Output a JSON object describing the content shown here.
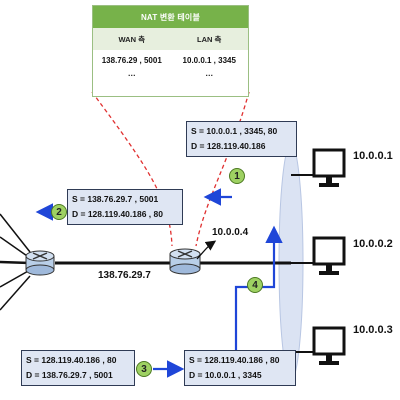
{
  "nat_table": {
    "title": "NAT 변환 테이블",
    "col_wan": "WAN 측",
    "col_lan": "LAN 측",
    "rows": [
      {
        "wan": "138.76.29 , 5001",
        "lan": "10.0.0.1 , 3345"
      },
      {
        "wan": "…",
        "lan": "…"
      }
    ]
  },
  "packets": {
    "step1": {
      "src": "S = 10.0.0.1 , 3345, 80",
      "dst": "D = 128.119.40.186"
    },
    "step2": {
      "src": "S = 138.76.29.7 , 5001",
      "dst": "D = 128.119.40.186 , 80"
    },
    "step3": {
      "src": "S = 128.119.40.186 , 80",
      "dst": "D = 138.76.29.7 , 5001"
    },
    "step4": {
      "src": "S = 128.119.40.186 , 80",
      "dst": "D = 10.0.0.1 , 3345"
    }
  },
  "labels": {
    "router_wan_ip": "138.76.29.7",
    "router_lan_ip": "10.0.0.4"
  },
  "hosts": [
    {
      "ip": "10.0.0.1"
    },
    {
      "ip": "10.0.0.2"
    },
    {
      "ip": "10.0.0.3"
    }
  ],
  "steps": [
    "1",
    "2",
    "3",
    "4"
  ],
  "colors": {
    "arrow_blue": "#1f46d8",
    "dashed_red": "#e03030",
    "table_green": "#77b24a",
    "packet_fill": "#dfe6f3",
    "router_fill": "#b9cfe8",
    "step_green": "#9ed162",
    "lan_ellipse": "#c6d2ea"
  }
}
